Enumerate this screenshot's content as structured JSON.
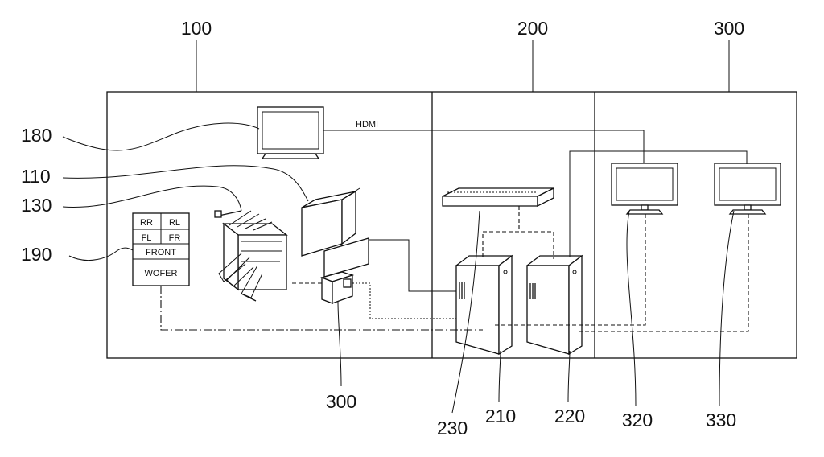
{
  "labels": {
    "zone_100": "100",
    "zone_200": "200",
    "zone_300_top": "300",
    "ref_180": "180",
    "ref_110": "110",
    "ref_130": "130",
    "ref_190": "190",
    "ref_300_bottom": "300",
    "ref_230": "230",
    "ref_210": "210",
    "ref_220": "220",
    "ref_320": "320",
    "ref_330": "330"
  },
  "connection": {
    "hdmi": "HDMI"
  },
  "panel": {
    "rr": "RR",
    "rl": "RL",
    "fl": "FL",
    "fr": "FR",
    "front": "FRONT",
    "wofer": "WOFER"
  }
}
